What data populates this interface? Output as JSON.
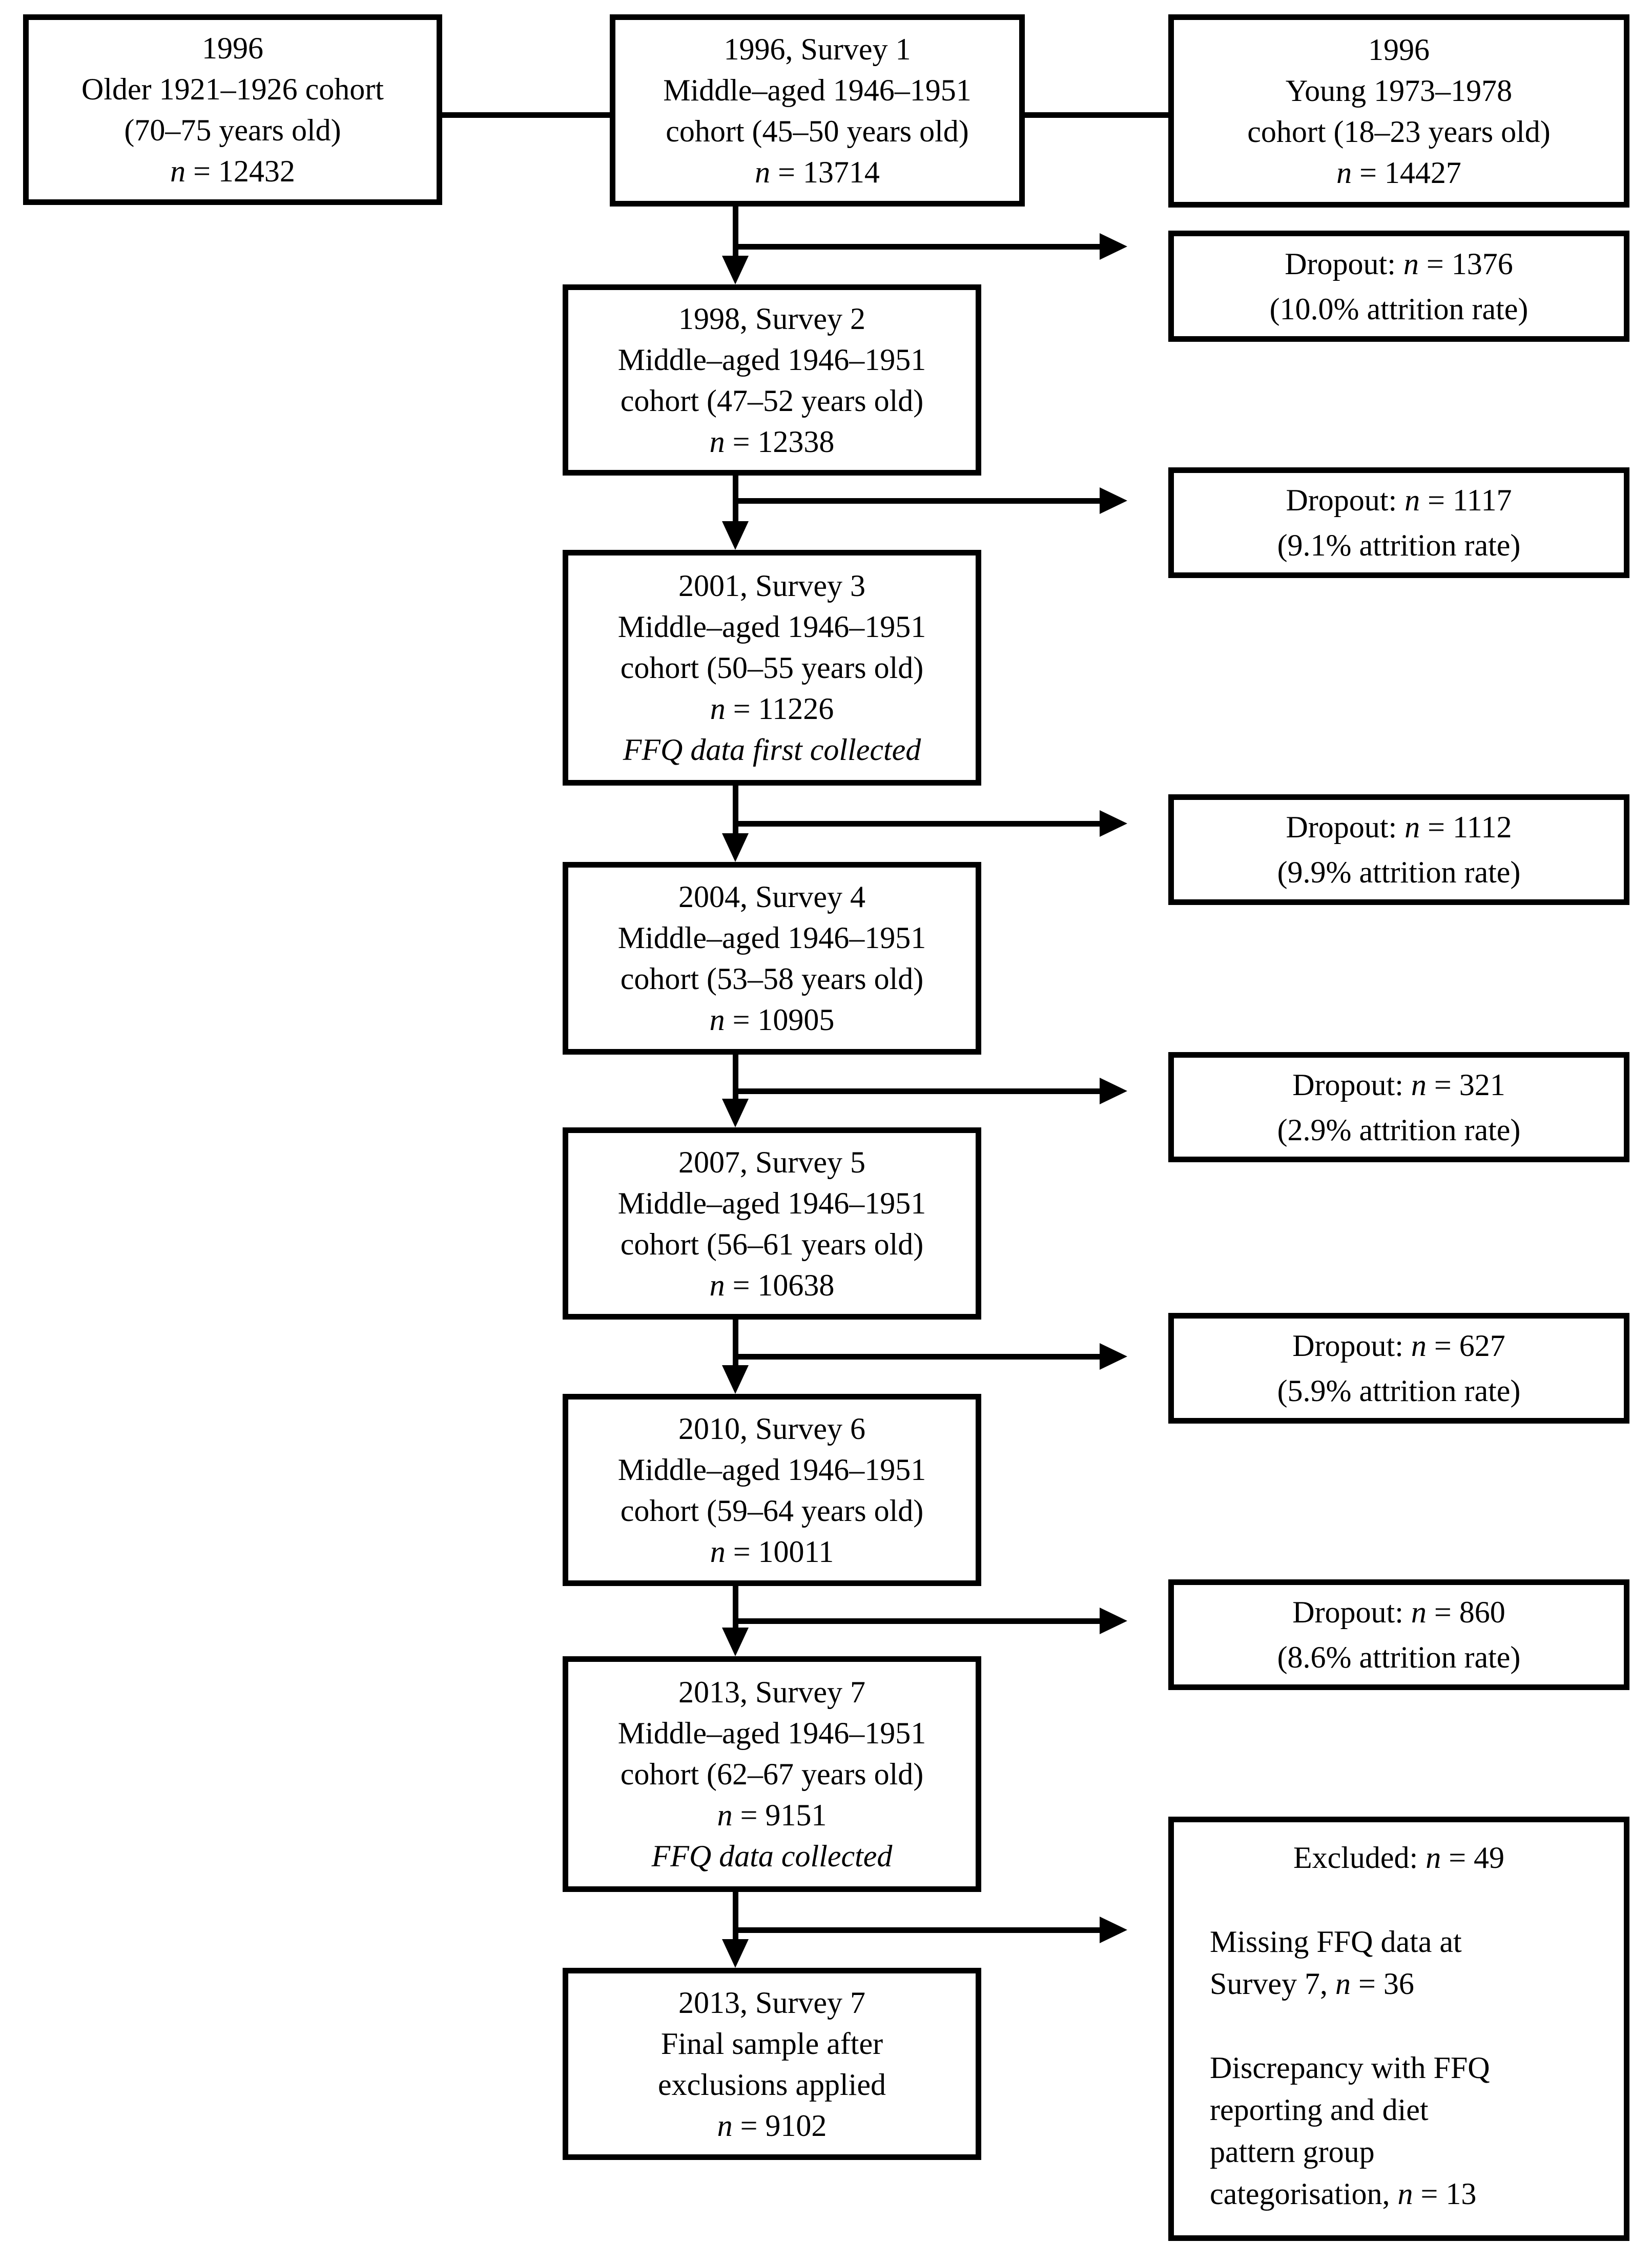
{
  "boxes": {
    "older_cohort": {
      "lines": [
        {
          "text": "1996"
        },
        {
          "text": "Older 1921–1926 cohort"
        },
        {
          "text": "(70–75 years old)"
        },
        {
          "text": "n = 12432"
        }
      ]
    },
    "survey1": {
      "lines": [
        {
          "text": "1996, Survey 1"
        },
        {
          "text": "Middle–aged 1946–1951"
        },
        {
          "text": "cohort (45–50 years old)"
        },
        {
          "text": "n = 13714"
        }
      ]
    },
    "young_cohort": {
      "lines": [
        {
          "text": "1996"
        },
        {
          "text": "Young 1973–1978"
        },
        {
          "text": "cohort (18–23 years old)"
        },
        {
          "text": "n = 14427"
        }
      ]
    },
    "survey2": {
      "lines": [
        {
          "text": "1998, Survey 2"
        },
        {
          "text": "Middle–aged 1946–1951"
        },
        {
          "text": "cohort (47–52 years old)"
        },
        {
          "text": "n = 12338"
        }
      ]
    },
    "survey3": {
      "lines": [
        {
          "text": "2001, Survey 3"
        },
        {
          "text": "Middle–aged 1946–1951"
        },
        {
          "text": "cohort (50–55 years old)"
        },
        {
          "text": "n = 11226"
        },
        {
          "text": "FFQ data first collected",
          "italic": true
        }
      ]
    },
    "survey4": {
      "lines": [
        {
          "text": "2004, Survey 4"
        },
        {
          "text": "Middle–aged 1946–1951"
        },
        {
          "text": "cohort (53–58 years old)"
        },
        {
          "text": "n = 10905"
        }
      ]
    },
    "survey5": {
      "lines": [
        {
          "text": "2007, Survey 5"
        },
        {
          "text": "Middle–aged 1946–1951"
        },
        {
          "text": "cohort (56–61 years old)"
        },
        {
          "text": "n = 10638"
        }
      ]
    },
    "survey6": {
      "lines": [
        {
          "text": "2010, Survey 6"
        },
        {
          "text": "Middle–aged 1946–1951"
        },
        {
          "text": "cohort (59–64 years old)"
        },
        {
          "text": "n = 10011"
        }
      ]
    },
    "survey7": {
      "lines": [
        {
          "text": "2013, Survey 7"
        },
        {
          "text": "Middle–aged 1946–1951"
        },
        {
          "text": "cohort (62–67 years old)"
        },
        {
          "text": "n = 9151"
        },
        {
          "text": "FFQ data collected",
          "italic": true
        }
      ]
    },
    "final_sample": {
      "lines": [
        {
          "text": "2013, Survey 7"
        },
        {
          "text": "Final sample after"
        },
        {
          "text": "exclusions applied"
        },
        {
          "text": "n = 9102"
        }
      ]
    },
    "dropout1": {
      "lines": [
        {
          "text": "Dropout: n = 1376"
        },
        {
          "text": "(10.0% attrition rate)"
        }
      ]
    },
    "dropout2": {
      "lines": [
        {
          "text": "Dropout: n = 1117"
        },
        {
          "text": "(9.1% attrition rate)"
        }
      ]
    },
    "dropout3": {
      "lines": [
        {
          "text": "Dropout: n = 1112"
        },
        {
          "text": "(9.9% attrition rate)"
        }
      ]
    },
    "dropout4": {
      "lines": [
        {
          "text": "Dropout: n = 321"
        },
        {
          "text": "(2.9% attrition rate)"
        }
      ]
    },
    "dropout5": {
      "lines": [
        {
          "text": "Dropout: n = 627"
        },
        {
          "text": "(5.9% attrition rate)"
        }
      ]
    },
    "dropout6": {
      "lines": [
        {
          "text": "Dropout: n = 860"
        },
        {
          "text": "(8.6% attrition rate)"
        }
      ]
    },
    "excluded": {
      "lines": [
        {
          "text": "Excluded: n = 49"
        },
        {
          "text": ""
        },
        {
          "text": "Missing FFQ data at",
          "align": "left"
        },
        {
          "text": "Survey 7, n = 36",
          "align": "left"
        },
        {
          "text": ""
        },
        {
          "text": "Discrepancy with FFQ",
          "align": "left"
        },
        {
          "text": "reporting and diet",
          "align": "left"
        },
        {
          "text": "pattern group",
          "align": "left"
        },
        {
          "text": "categorisation, n = 13",
          "align": "left"
        }
      ]
    }
  }
}
